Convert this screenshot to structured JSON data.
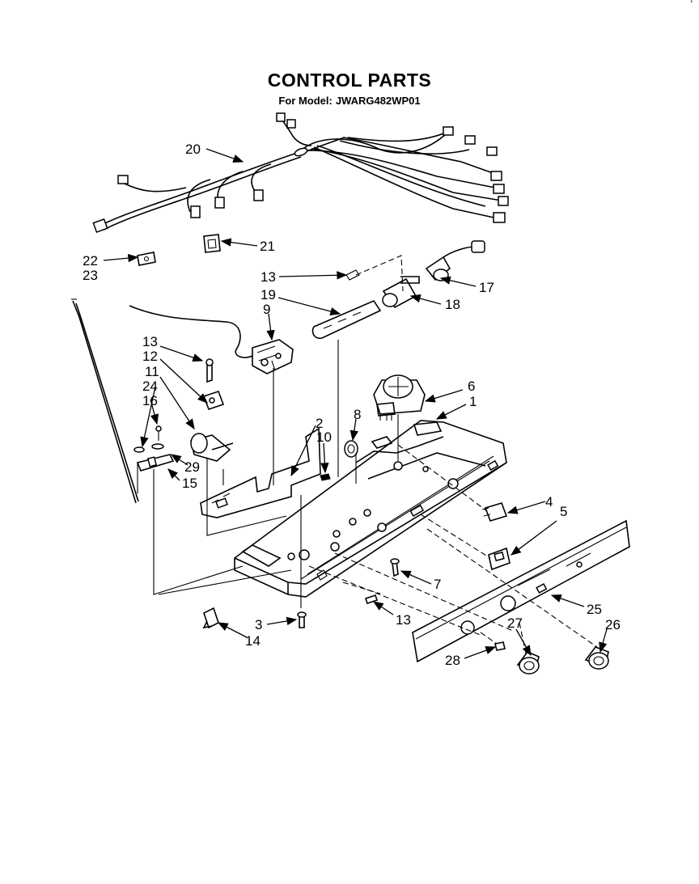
{
  "title": "CONTROL PARTS",
  "subtitle_prefix": "For Model:",
  "model": "JWARG482WP01",
  "corner_mark": "'",
  "callouts": {
    "c1": "1",
    "c2": "2",
    "c3": "3",
    "c4": "4",
    "c5": "5",
    "c6": "6",
    "c7": "7",
    "c8": "8",
    "c9": "9",
    "c10": "10",
    "c11": "11",
    "c12": "12",
    "c13a": "13",
    "c13b": "13",
    "c13c": "13",
    "c14": "14",
    "c15": "15",
    "c16": "16",
    "c17": "17",
    "c18": "18",
    "c19": "19",
    "c20": "20",
    "c21": "21",
    "c22": "22",
    "c23": "23",
    "c24": "24",
    "c25": "25",
    "c26": "26",
    "c27": "27",
    "c28": "28",
    "c29": "29"
  }
}
